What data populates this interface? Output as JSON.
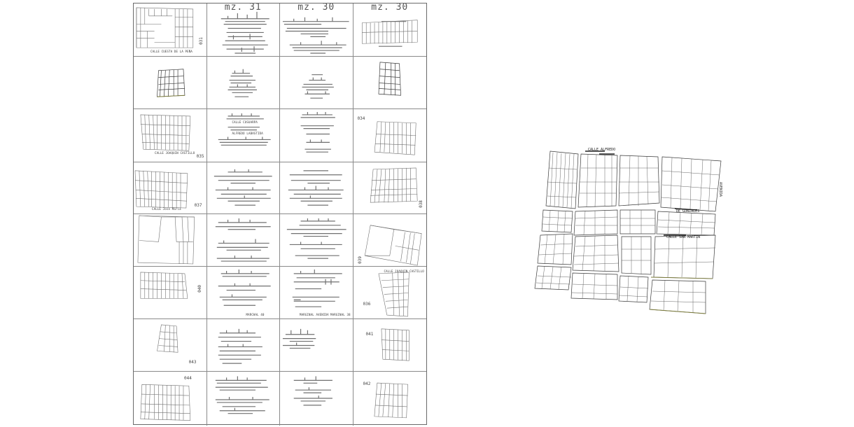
{
  "sheet": {
    "headers": [
      "mz. 31",
      "mz. 30",
      "mz. 30"
    ],
    "block_ids": [
      "031",
      "035",
      "034",
      "037",
      "038",
      "039",
      "040",
      "036",
      "043",
      "041",
      "044",
      "042"
    ],
    "street_labels": [
      "CALLE CUESTA DE LA PEÑA",
      "CALLE CUSUARPA",
      "ALFREDO LABASTIDA",
      "CALLE JOAQUIN CASTILLO",
      "CALLE Jose Maria",
      "MARGINAL AVENIDA",
      "MARCHAL 40",
      "MARGINAL 38"
    ]
  },
  "site_plan": {
    "labels": [
      "CALLE ALFREDO",
      "DE GONZALES",
      "CALLE SAN MARTIN",
      "AVENIDA"
    ]
  },
  "colors": {
    "line": "#6f6f6f",
    "dark_line": "#3a3a3a",
    "accent": "#7a7a3a"
  }
}
